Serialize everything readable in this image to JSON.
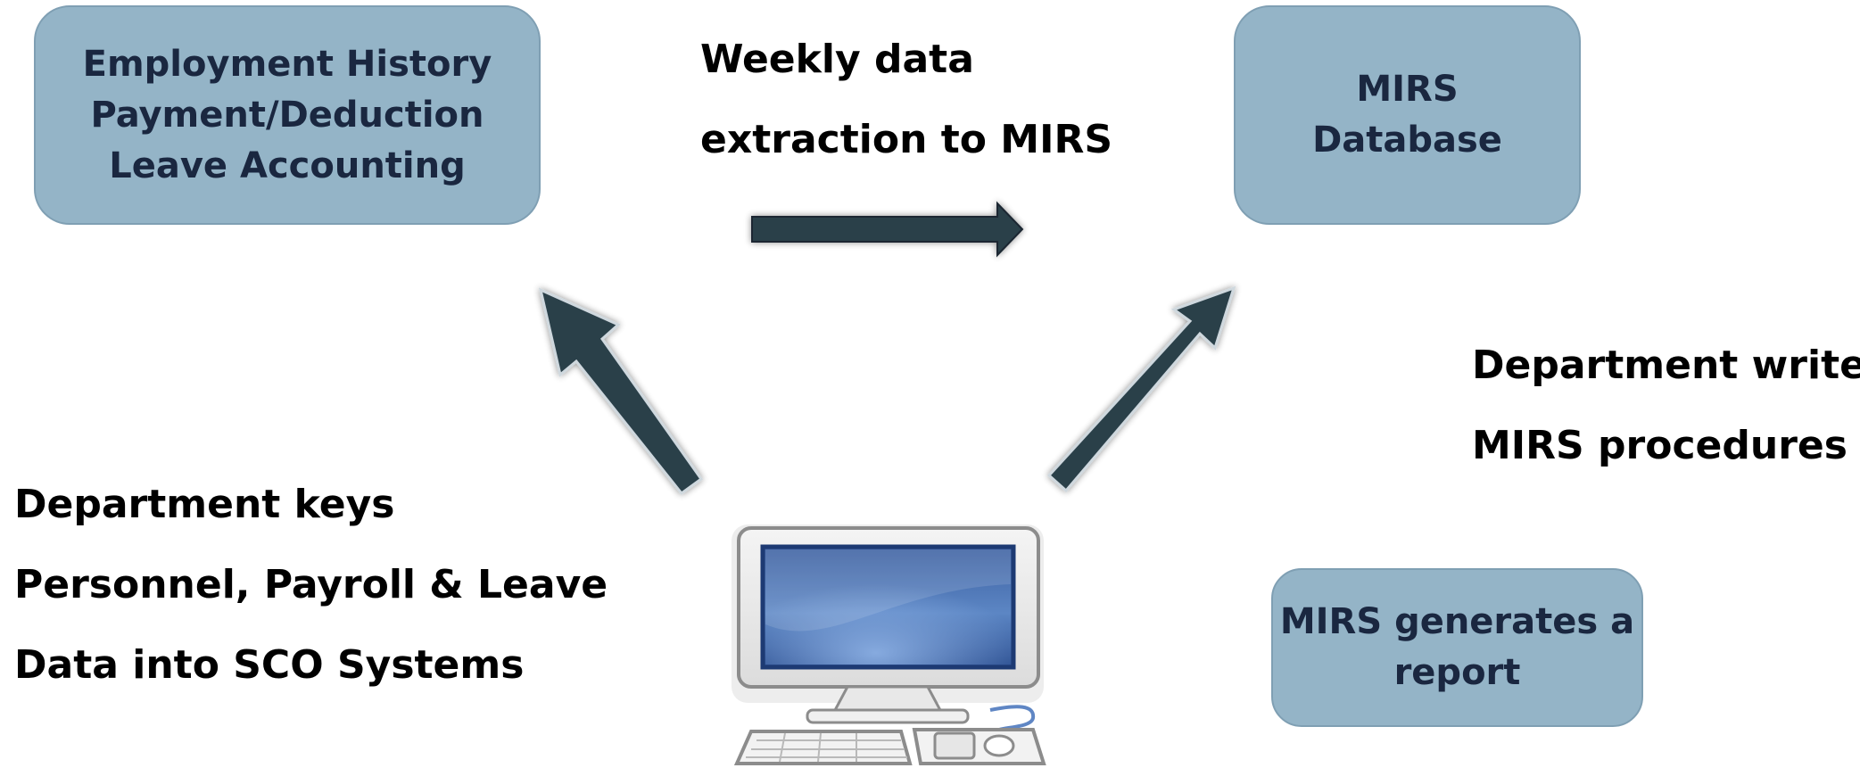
{
  "boxes": {
    "sco_systems": {
      "lines": [
        "Employment History",
        "Payment/Deduction",
        "Leave Accounting"
      ]
    },
    "mirs_database": {
      "lines": [
        "MIRS",
        "Database"
      ]
    },
    "report": {
      "lines": [
        "MIRS generates a",
        "report"
      ]
    }
  },
  "labels": {
    "weekly_extraction": [
      "Weekly data",
      "extraction to MIRS"
    ],
    "department_writes": [
      "Department writes",
      "MIRS procedures"
    ],
    "department_keys": [
      "Department keys",
      "Personnel, Payroll & Leave",
      "Data into SCO Systems"
    ]
  },
  "colors": {
    "box_fill": "#94b4c7",
    "box_text": "#1a2740",
    "arrow_fill": "#2b3f4a",
    "label_text": "#000000"
  },
  "icons": {
    "computer": "desktop-computer-icon"
  }
}
